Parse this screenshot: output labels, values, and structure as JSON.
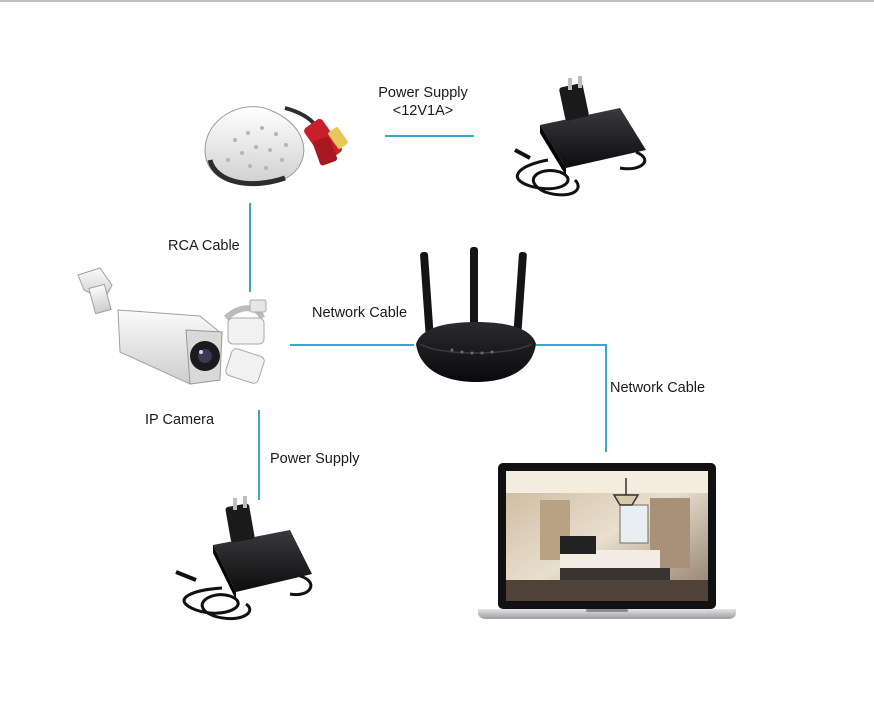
{
  "colors": {
    "connector": "#3aa7c9",
    "device_dark": "#1c1c1e",
    "device_light": "#e9e9e9",
    "accent_red": "#c8202a"
  },
  "labels": {
    "power_supply_top_line1": "Power Supply",
    "power_supply_top_line2": "<12V1A>",
    "rca_cable": "RCA Cable",
    "network_cable_left": "Network Cable",
    "network_cable_right": "Network Cable",
    "ip_camera": "IP Camera",
    "power_supply_bottom": "Power Supply"
  },
  "devices": [
    {
      "name": "microphone",
      "icon": "dome-microphone-icon"
    },
    {
      "name": "power-adapter-top",
      "icon": "power-adapter-icon"
    },
    {
      "name": "ip-camera",
      "icon": "bullet-camera-icon"
    },
    {
      "name": "router",
      "icon": "wifi-router-icon"
    },
    {
      "name": "power-adapter-bottom",
      "icon": "power-adapter-icon"
    },
    {
      "name": "laptop",
      "icon": "laptop-icon"
    }
  ]
}
